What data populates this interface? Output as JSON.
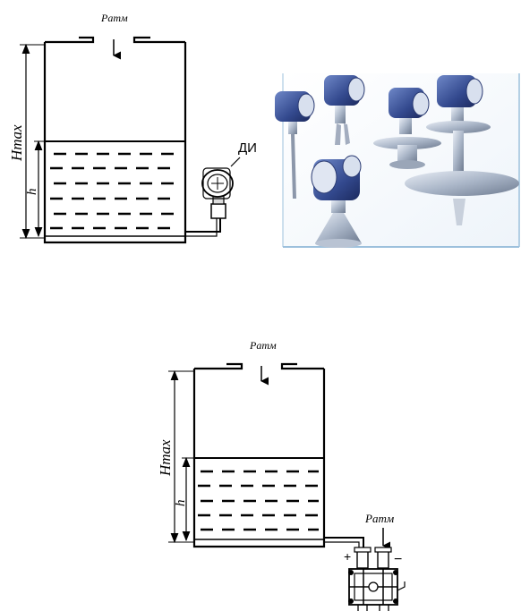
{
  "diagram_top": {
    "pressure_label": "Pатм",
    "height_max_label": "Hmax",
    "level_label": "h",
    "sensor_label": "ДИ"
  },
  "photo": {
    "description_icon": "radar-level-sensors-photo"
  },
  "diagram_bottom": {
    "pressure_label_top": "Pатм",
    "height_max_label": "Hmax",
    "level_label": "h",
    "pressure_label_side": "Pатм",
    "plus_label": "+",
    "minus_label": "−"
  }
}
